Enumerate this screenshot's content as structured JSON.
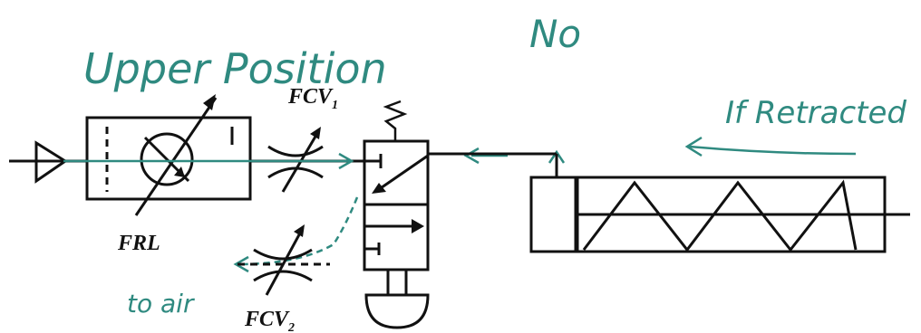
{
  "colors": {
    "ink": "#111111",
    "annotation": "#2f8a80",
    "background": "#ffffff"
  },
  "annotations": {
    "title": "Upper Position",
    "answer": "No",
    "condition": "If Retracted",
    "exhaust": "to air"
  },
  "labels": {
    "frl": "FRL",
    "fcv1_main": "FCV",
    "fcv1_sub": "1",
    "fcv2_main": "FCV",
    "fcv2_sub": "2"
  },
  "components": [
    "compressor-source-icon",
    "frl-unit",
    "flow-control-valve-1",
    "flow-control-valve-2",
    "directional-control-valve",
    "spring-return-cylinder",
    "push-button-actuator"
  ]
}
